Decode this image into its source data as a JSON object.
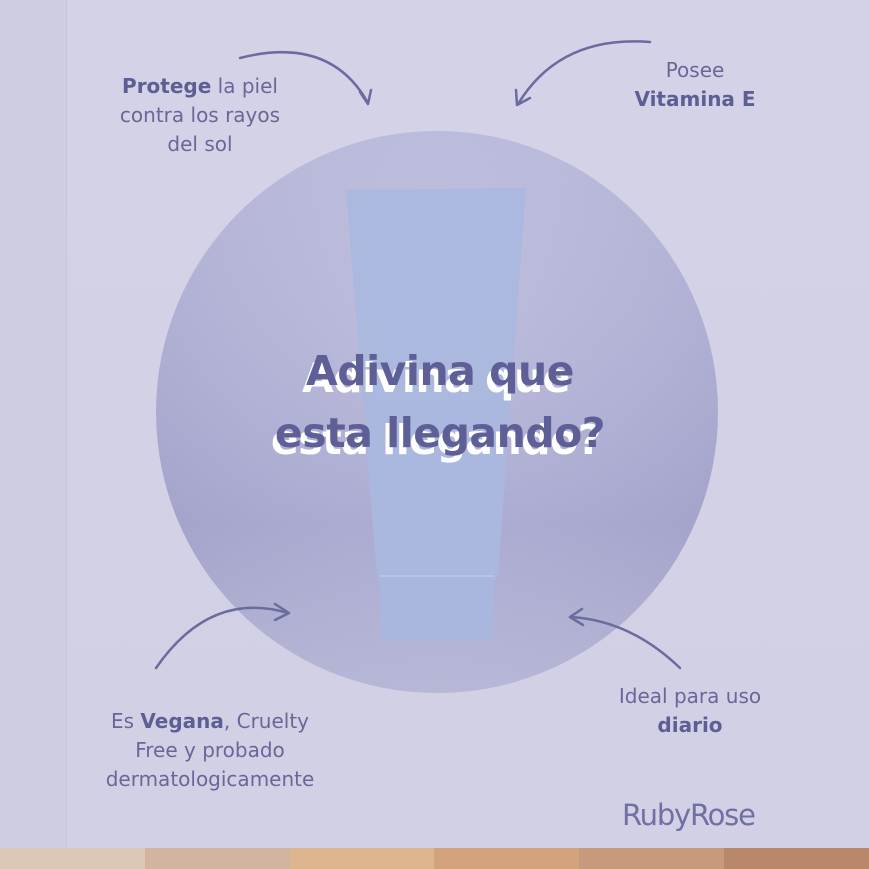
{
  "headline": {
    "line1": "Adivina que",
    "line2": "esta llegando?"
  },
  "features": {
    "top_left": {
      "bold": "Protege",
      "rest_line1": " la piel",
      "line2": "contra los rayos",
      "line3": "del sol"
    },
    "top_right": {
      "line1": "Posee",
      "bold": "Vitamina E"
    },
    "bottom_left": {
      "pre": "Es ",
      "bold": "Vegana",
      "post": ", Cruelty",
      "line2": "Free y probado",
      "line3": "dermatologicamente"
    },
    "bottom_right": {
      "line1": "Ideal para uso",
      "bold": "diario"
    }
  },
  "brand": {
    "name": "RubyRose"
  },
  "colors": {
    "background": "#d4d2e6",
    "accent": "#5e5f96",
    "tube": "#aab8df",
    "swatches": [
      "#dcc9b5",
      "#d2b4a0",
      "#ddb690",
      "#d3a37c",
      "#c69a7a",
      "#b98868"
    ]
  }
}
